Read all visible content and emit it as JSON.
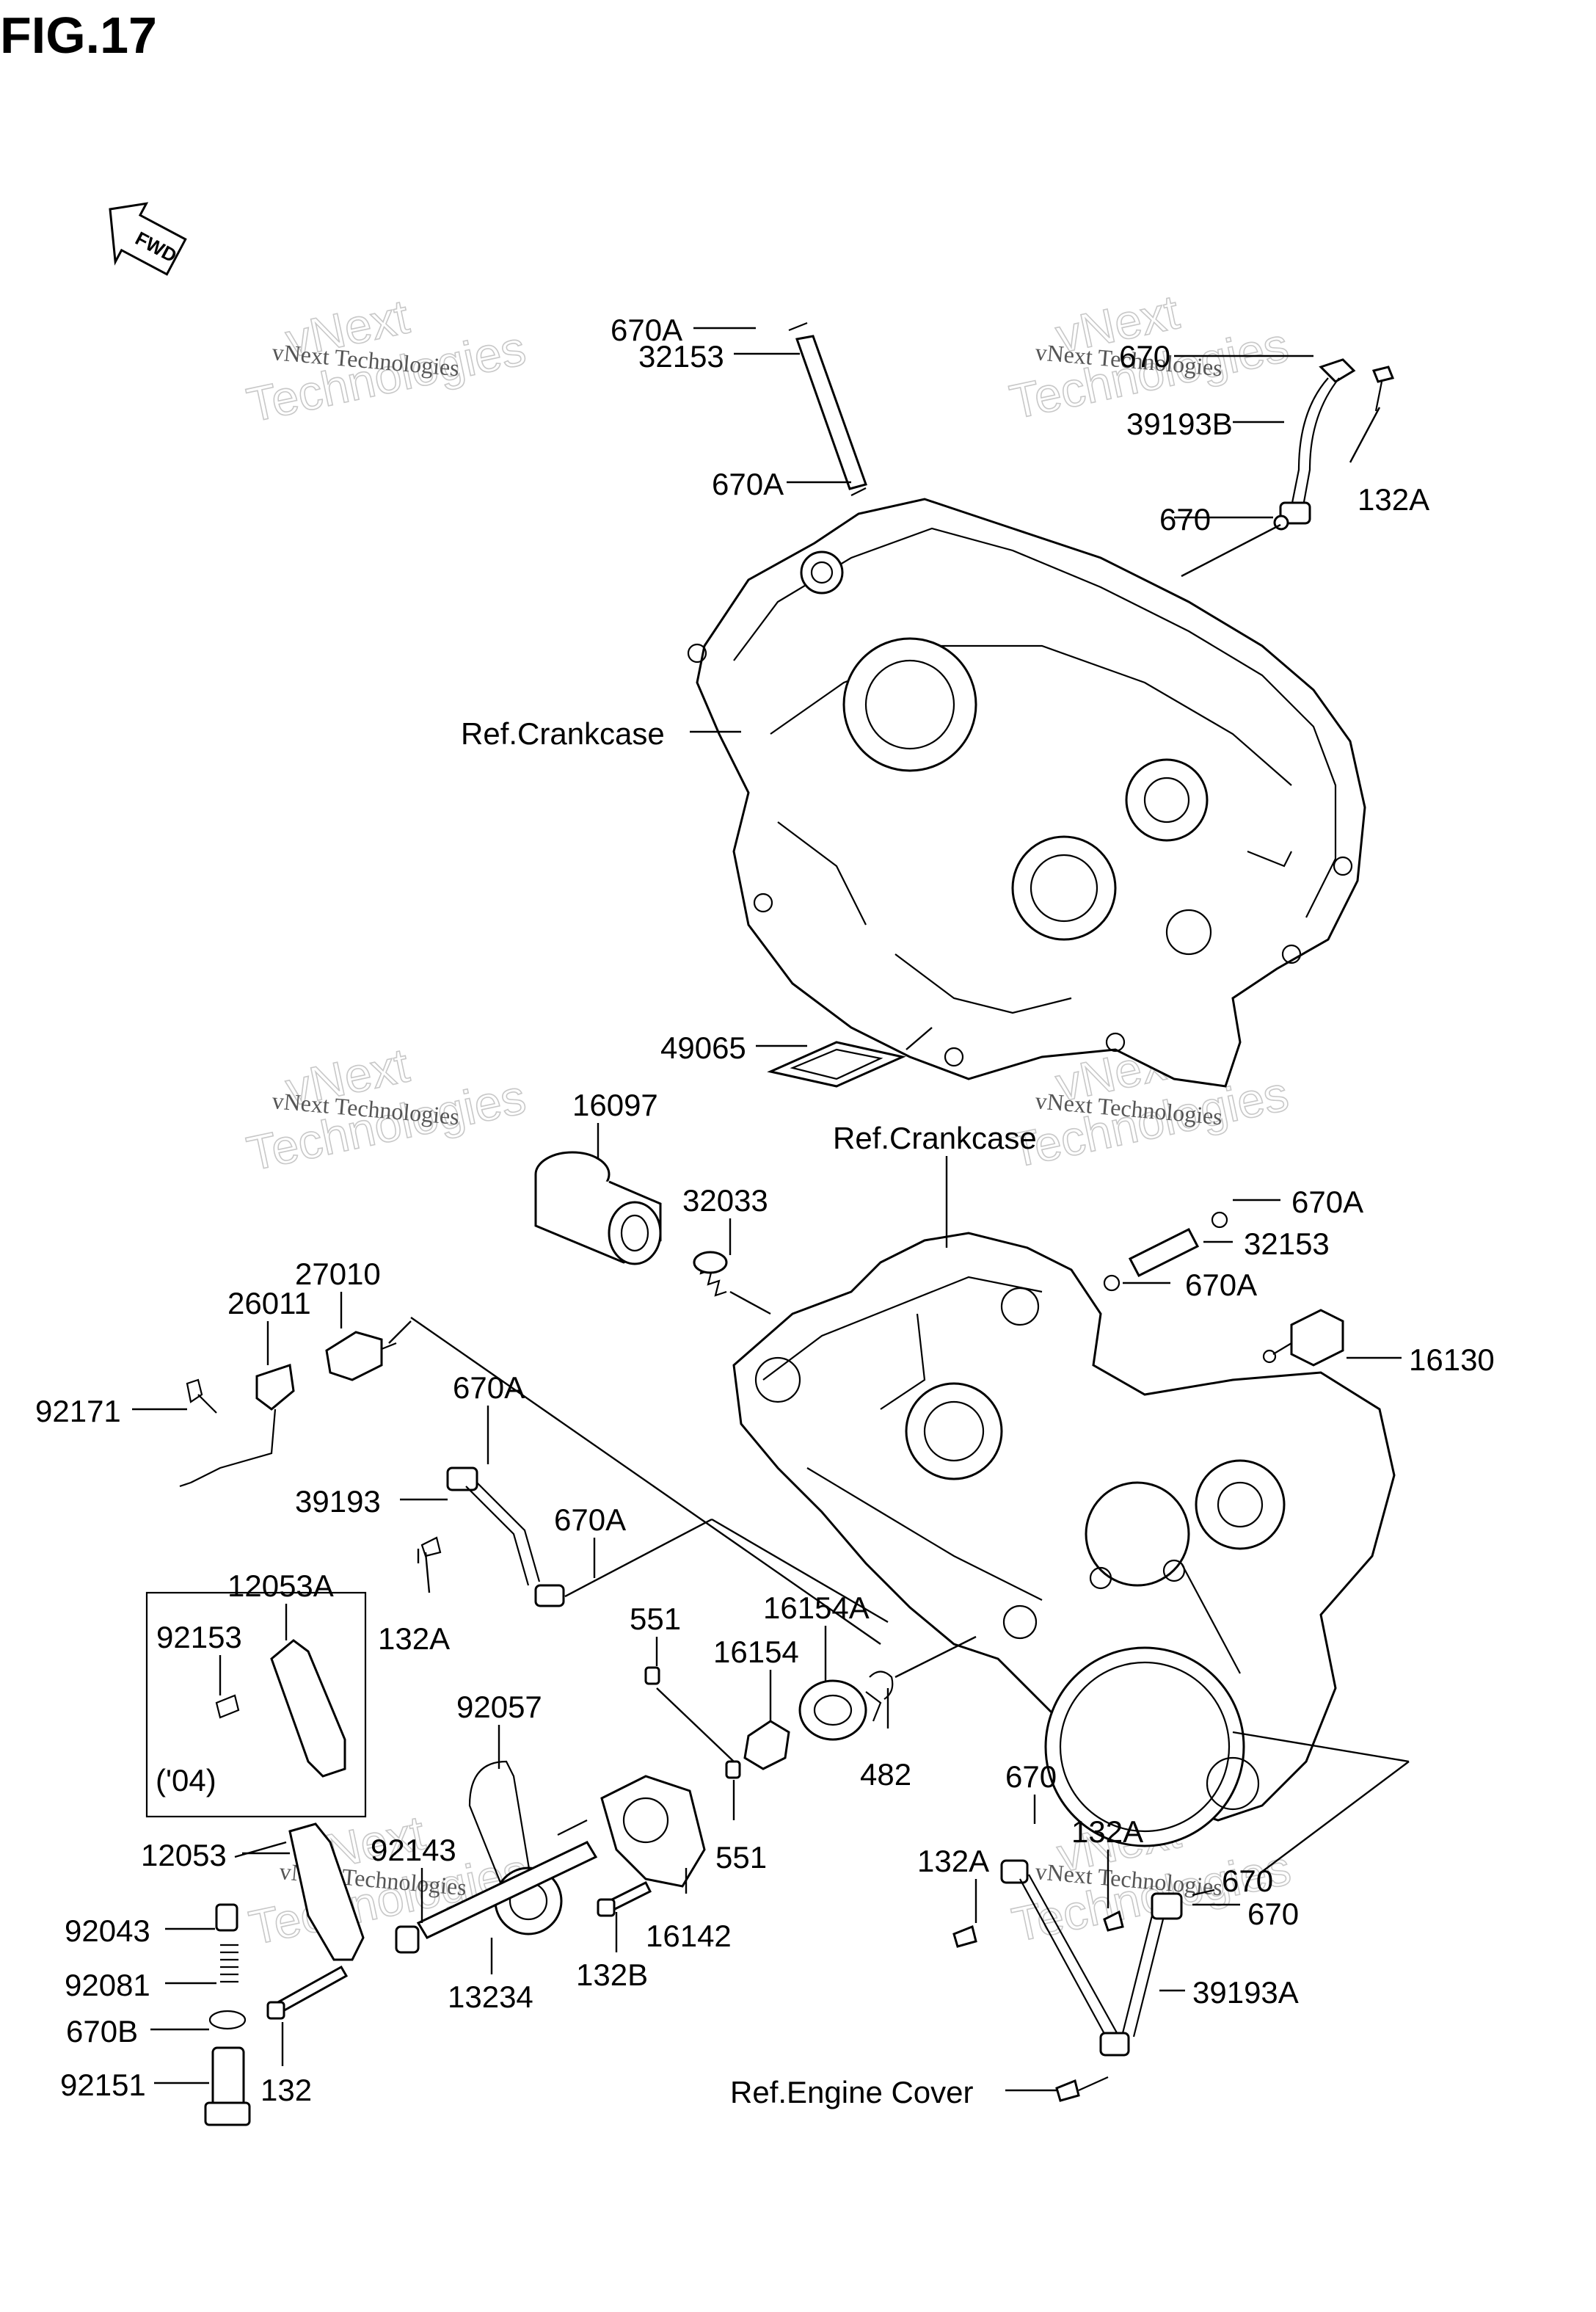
{
  "figure_title": "FIG.17",
  "fwd_label": "FWD",
  "watermark": {
    "line1": "vNext Technologies",
    "line2": "vNext",
    "line3": "Technologies"
  },
  "labels": {
    "p670A_top": "670A",
    "p32153_top": "32153",
    "p670A_top2": "670A",
    "p670_top": "670",
    "p39193B": "39193B",
    "p132A_top": "132A",
    "p670_top2": "670",
    "ref_crankcase_top": "Ref.Crankcase",
    "p49065": "49065",
    "p16097": "16097",
    "ref_crankcase_mid": "Ref.Crankcase",
    "p32033": "32033",
    "p670A_r1": "670A",
    "p32153_r": "32153",
    "p670A_r2": "670A",
    "p27010": "27010",
    "p26011": "26011",
    "p16130": "16130",
    "p92171": "92171",
    "p670A_m1": "670A",
    "p39193": "39193",
    "p670A_m2": "670A",
    "p12053A": "12053A",
    "p92153": "92153",
    "p132A_m": "132A",
    "p551_a": "551",
    "p16154A": "16154A",
    "p16154": "16154",
    "p92057": "92057",
    "p482": "482",
    "year_note": "('04)",
    "p670_r": "670",
    "p132A_r1": "132A",
    "p12053": "12053",
    "p92143": "92143",
    "p551_b": "551",
    "p132A_r2": "132A",
    "p670_r2": "670",
    "p670_r3": "670",
    "p92043": "92043",
    "p16142": "16142",
    "p92081": "92081",
    "p13234": "13234",
    "p132B": "132B",
    "p39193A": "39193A",
    "p670B": "670B",
    "p92151": "92151",
    "p132": "132",
    "ref_engine_cover": "Ref.Engine Cover"
  }
}
